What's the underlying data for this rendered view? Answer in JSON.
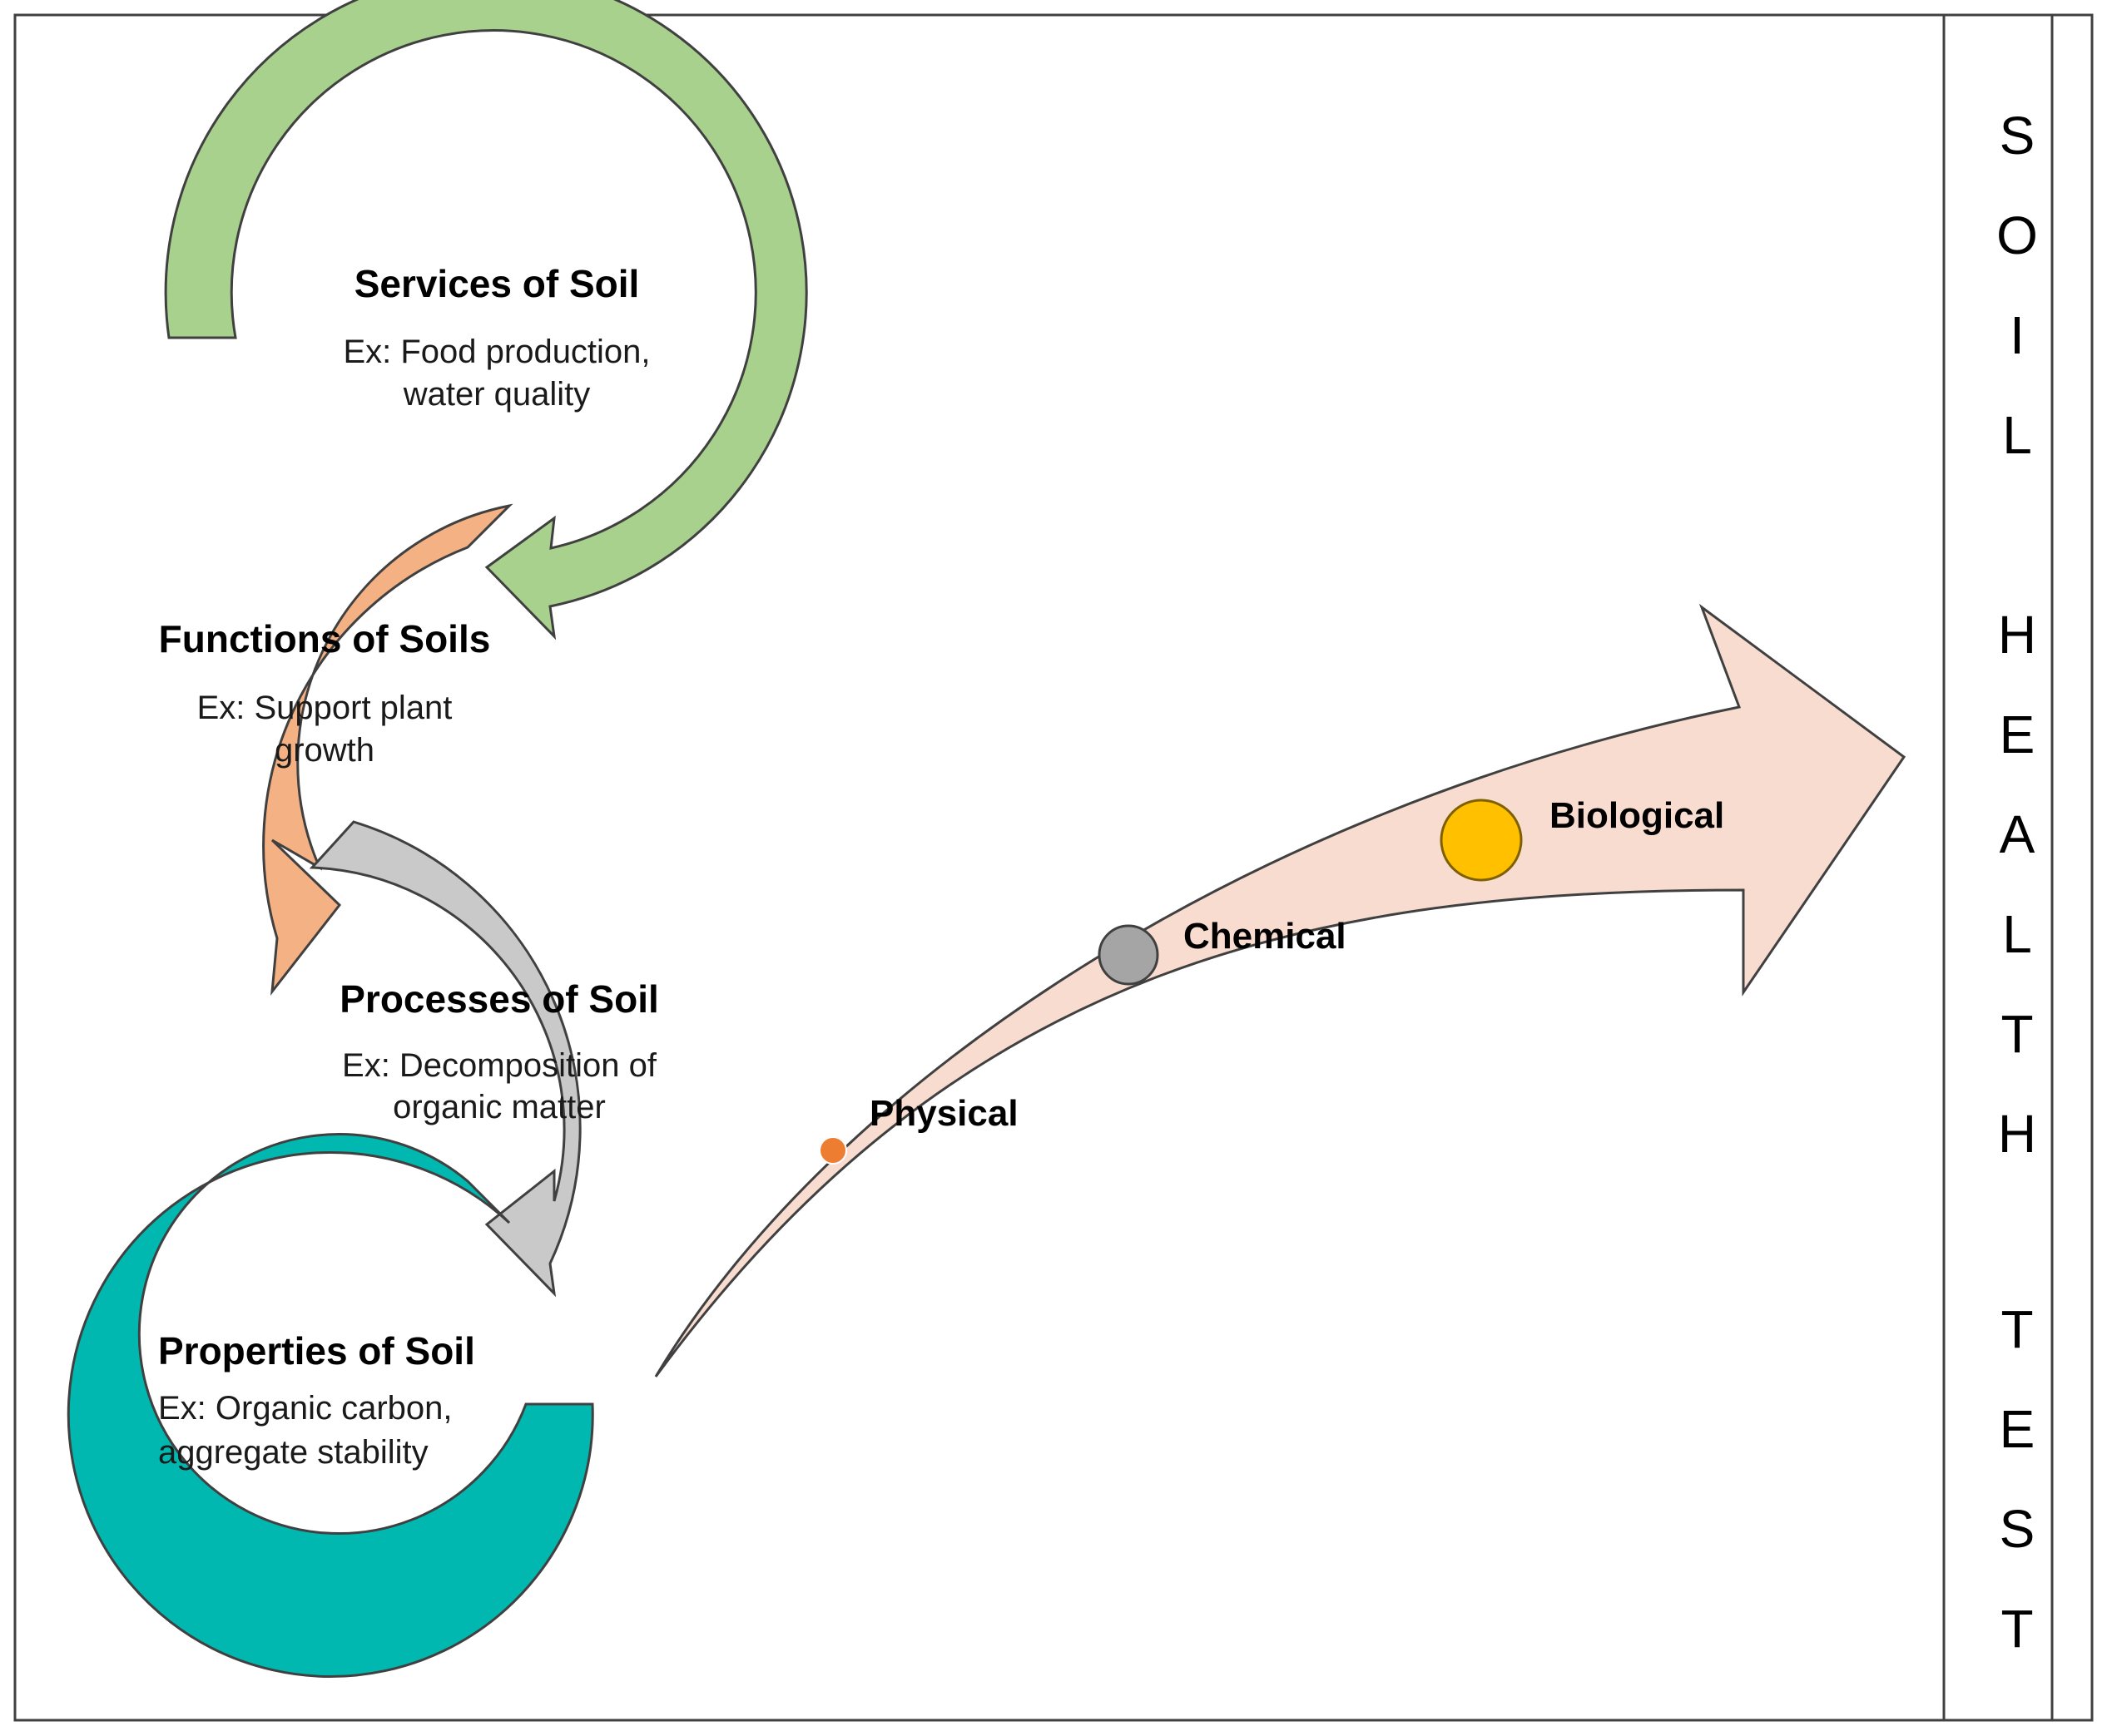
{
  "stages": [
    {
      "id": "services",
      "title": "Services of Soil",
      "example_lines": [
        "Ex: Food production,",
        "water quality"
      ],
      "color": "#a9d18e"
    },
    {
      "id": "functions",
      "title": "Functions of Soils",
      "example_lines": [
        "Ex: Support plant",
        "growth"
      ],
      "color": "#f4b183"
    },
    {
      "id": "processes",
      "title": "Processes of Soil",
      "example_lines": [
        "Ex: Decomposition of",
        "organic matter"
      ],
      "color": "#c9c9c9"
    },
    {
      "id": "properties",
      "title": "Properties of Soil",
      "example_lines": [
        "Ex: Organic carbon,",
        "aggregate stability"
      ],
      "color": "#00b8b0"
    }
  ],
  "indicators": [
    {
      "label": "Physical",
      "color": "#ed7d31"
    },
    {
      "label": "Chemical",
      "color": "#a5a5a5"
    },
    {
      "label": "Biological",
      "color": "#ffc000"
    }
  ],
  "side_panel": {
    "letters": [
      "S",
      "O",
      "I",
      "L",
      "H",
      "E",
      "A",
      "L",
      "T",
      "H",
      "T",
      "E",
      "S",
      "T"
    ]
  },
  "colors": {
    "big_arrow_fill": "#f8dcd0",
    "outline": "#404040"
  }
}
